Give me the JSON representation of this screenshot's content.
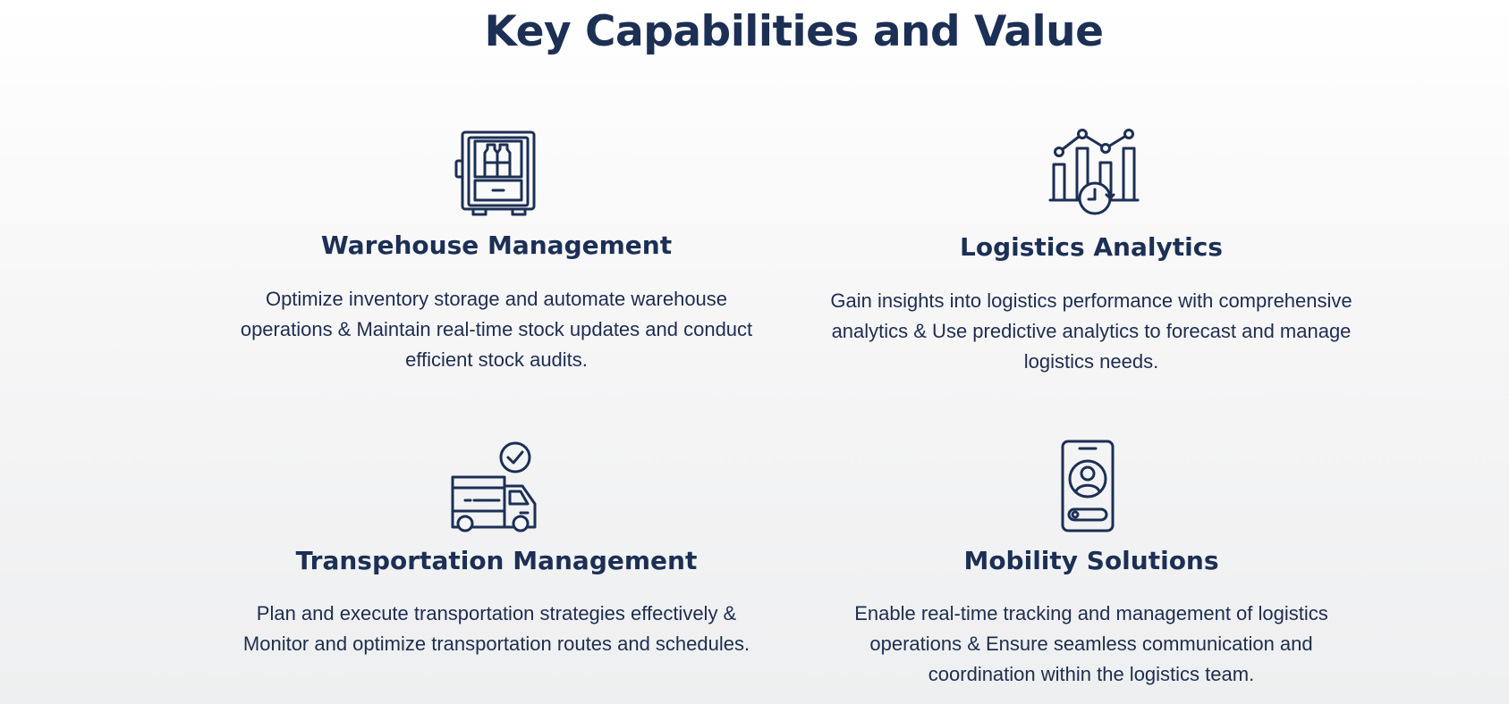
{
  "page": {
    "title": "Key Capabilities and Value"
  },
  "colors": {
    "primary": "#1c2f55",
    "text": "#1e2d4f",
    "background": "#f6f6f7"
  },
  "capabilities": [
    {
      "icon": "warehouse-fridge-icon",
      "title": "Warehouse Management",
      "description": "Optimize inventory storage and automate warehouse operations & Maintain real-time stock updates and conduct efficient stock audits."
    },
    {
      "icon": "analytics-chart-clock-icon",
      "title": "Logistics Analytics",
      "description": "Gain insights into logistics performance with comprehensive analytics & Use predictive analytics to forecast and manage logistics needs."
    },
    {
      "icon": "delivery-truck-check-icon",
      "title": "Transportation Management",
      "description": "Plan and execute transportation strategies effectively & Monitor and optimize transportation routes and schedules."
    },
    {
      "icon": "mobile-user-icon",
      "title": "Mobility Solutions",
      "description": "Enable real-time tracking and management of logistics operations & Ensure seamless communication and coordination within the logistics team."
    }
  ]
}
